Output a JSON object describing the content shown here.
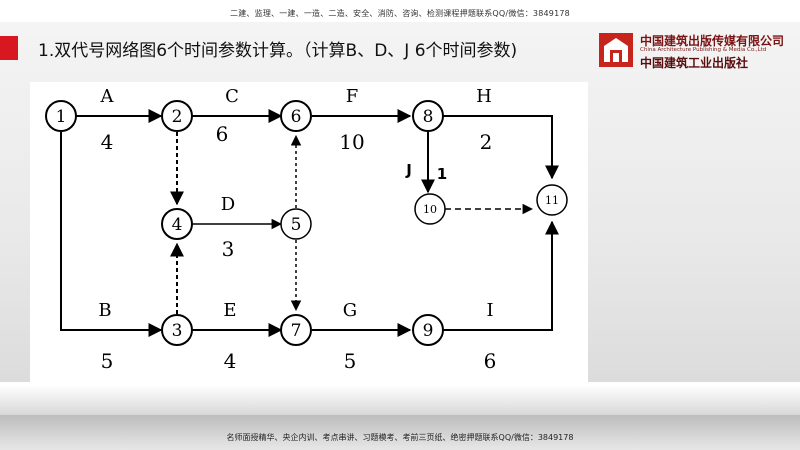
{
  "header": {
    "top_notice": "二建、监理、一建、一造、二造、安全、消防、咨询、检测课程押题联系QQ/微信：3849178"
  },
  "slide": {
    "title": "1.双代号网络图6个时间参数计算。（计算B、D、J 6个时间参数)"
  },
  "logo": {
    "cn_name": "中国建筑出版传媒有限公司",
    "en_name": "China Architecture Publishing & Media Co.,Ltd",
    "calligraphy": "中国建筑工业出版社"
  },
  "diagram": {
    "nodes": [
      {
        "id": "n1",
        "label": "1"
      },
      {
        "id": "n2",
        "label": "2"
      },
      {
        "id": "n3",
        "label": "3"
      },
      {
        "id": "n4",
        "label": "4"
      },
      {
        "id": "n5",
        "label": "5"
      },
      {
        "id": "n6",
        "label": "6"
      },
      {
        "id": "n7",
        "label": "7"
      },
      {
        "id": "n8",
        "label": "8"
      },
      {
        "id": "n9",
        "label": "9"
      },
      {
        "id": "n10",
        "label": "10"
      },
      {
        "id": "n11",
        "label": "11"
      }
    ],
    "activities": [
      {
        "name": "A",
        "duration": "4",
        "from": "1",
        "to": "2"
      },
      {
        "name": "C",
        "duration": "6",
        "from": "2",
        "to": "6"
      },
      {
        "name": "F",
        "duration": "10",
        "from": "6",
        "to": "8"
      },
      {
        "name": "H",
        "duration": "2",
        "from": "8",
        "to": "11"
      },
      {
        "name": "D",
        "duration": "3",
        "from": "4",
        "to": "5"
      },
      {
        "name": "B",
        "duration": "5",
        "from": "1",
        "to": "3"
      },
      {
        "name": "E",
        "duration": "4",
        "from": "3",
        "to": "7"
      },
      {
        "name": "G",
        "duration": "5",
        "from": "7",
        "to": "9"
      },
      {
        "name": "I",
        "duration": "6",
        "from": "9",
        "to": "11"
      },
      {
        "name": "J",
        "duration": "1",
        "from": "8",
        "to": "10"
      }
    ],
    "dummies": [
      {
        "from": "2",
        "to": "4"
      },
      {
        "from": "3",
        "to": "4"
      },
      {
        "from": "5",
        "to": "6"
      },
      {
        "from": "5",
        "to": "7"
      },
      {
        "from": "10",
        "to": "11"
      }
    ]
  },
  "footer": {
    "bottom_notice": "名师面授精华、央企内训、考点串讲、习题模考、考前三页纸、绝密押题联系QQ/微信：3849178"
  }
}
